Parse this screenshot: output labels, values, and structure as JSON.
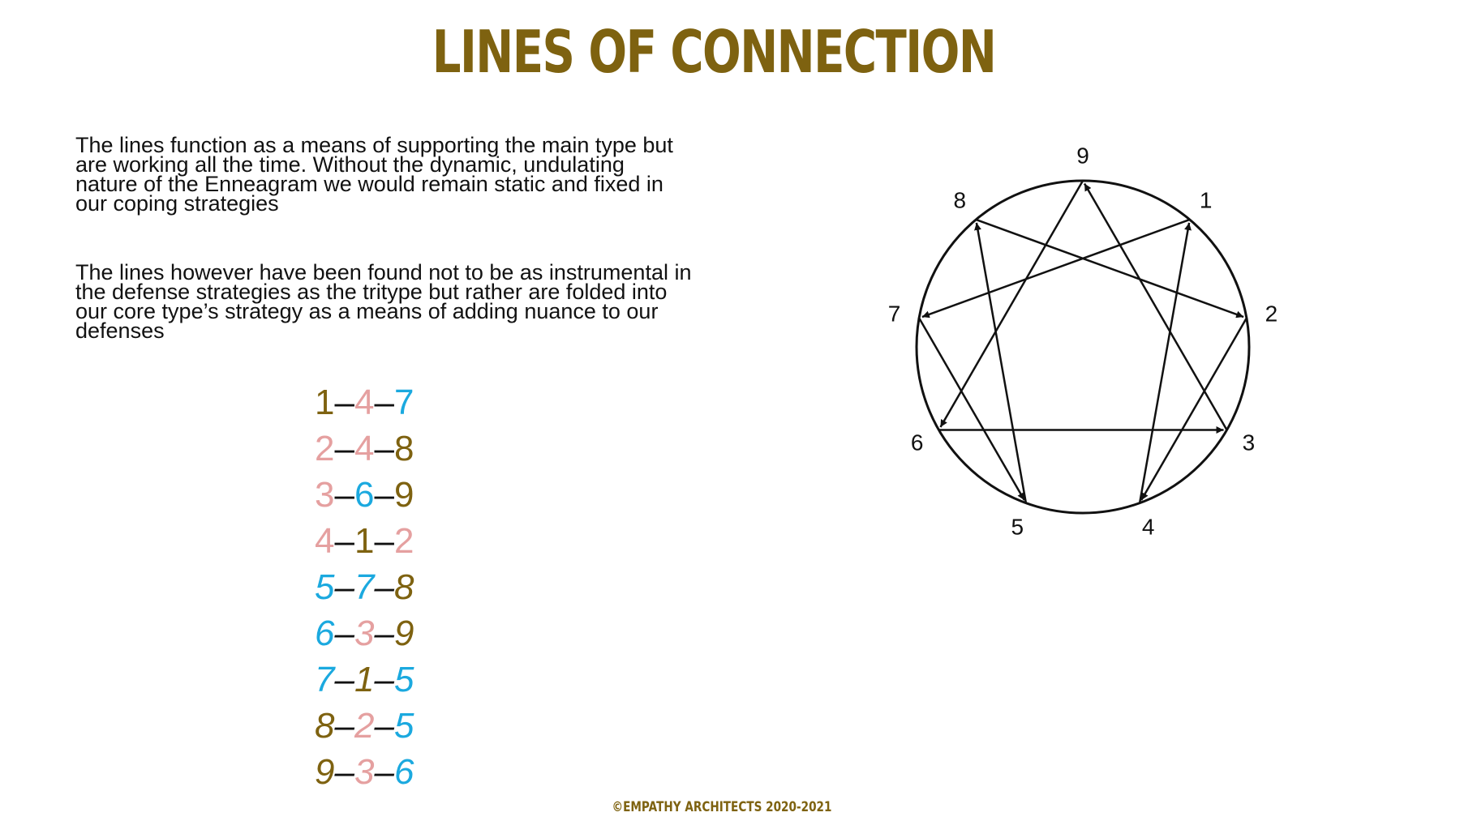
{
  "title": "LINES OF CONNECTION",
  "paragraphs": [
    "The lines function as a means of supporting the main type but are working all the time. Without the dynamic, undulating nature of the Enneagram we would remain static and fixed in our coping strategies",
    "The lines however have been found not to be as instrumental in the defense strategies as the tritype but rather are folded into our core type’s strategy as a means of adding nuance to our defenses"
  ],
  "colors": {
    "gold": "#7e6210",
    "pink": "#e5a0a0",
    "blue": "#1ba9df",
    "dark": "#111111"
  },
  "triads": [
    {
      "italic": false,
      "digits": [
        [
          "1",
          "gold"
        ],
        [
          "4",
          "pink"
        ],
        [
          "7",
          "blue"
        ]
      ]
    },
    {
      "italic": false,
      "digits": [
        [
          "2",
          "pink"
        ],
        [
          "4",
          "pink"
        ],
        [
          "8",
          "gold"
        ]
      ]
    },
    {
      "italic": false,
      "digits": [
        [
          "3",
          "pink"
        ],
        [
          "6",
          "blue"
        ],
        [
          "9",
          "gold"
        ]
      ]
    },
    {
      "italic": false,
      "digits": [
        [
          "4",
          "pink"
        ],
        [
          "1",
          "gold"
        ],
        [
          "2",
          "pink"
        ]
      ]
    },
    {
      "italic": true,
      "digits": [
        [
          "5",
          "blue"
        ],
        [
          "7",
          "blue"
        ],
        [
          "8",
          "gold"
        ]
      ]
    },
    {
      "italic": true,
      "digits": [
        [
          "6",
          "blue"
        ],
        [
          "3",
          "pink"
        ],
        [
          "9",
          "gold"
        ]
      ]
    },
    {
      "italic": true,
      "digits": [
        [
          "7",
          "blue"
        ],
        [
          "1",
          "gold"
        ],
        [
          "5",
          "blue"
        ]
      ]
    },
    {
      "italic": true,
      "digits": [
        [
          "8",
          "gold"
        ],
        [
          "2",
          "pink"
        ],
        [
          "5",
          "blue"
        ]
      ]
    },
    {
      "italic": true,
      "digits": [
        [
          "9",
          "gold"
        ],
        [
          "3",
          "pink"
        ],
        [
          "6",
          "blue"
        ]
      ]
    }
  ],
  "diagram": {
    "points": [
      "9",
      "1",
      "2",
      "3",
      "4",
      "5",
      "6",
      "7",
      "8"
    ],
    "arrows": [
      [
        "1",
        "7"
      ],
      [
        "7",
        "5"
      ],
      [
        "5",
        "8"
      ],
      [
        "8",
        "2"
      ],
      [
        "2",
        "4"
      ],
      [
        "4",
        "1"
      ],
      [
        "9",
        "6"
      ],
      [
        "6",
        "3"
      ],
      [
        "3",
        "9"
      ]
    ]
  },
  "footer": "©EMPATHY ARCHITECTS 2020-2021"
}
